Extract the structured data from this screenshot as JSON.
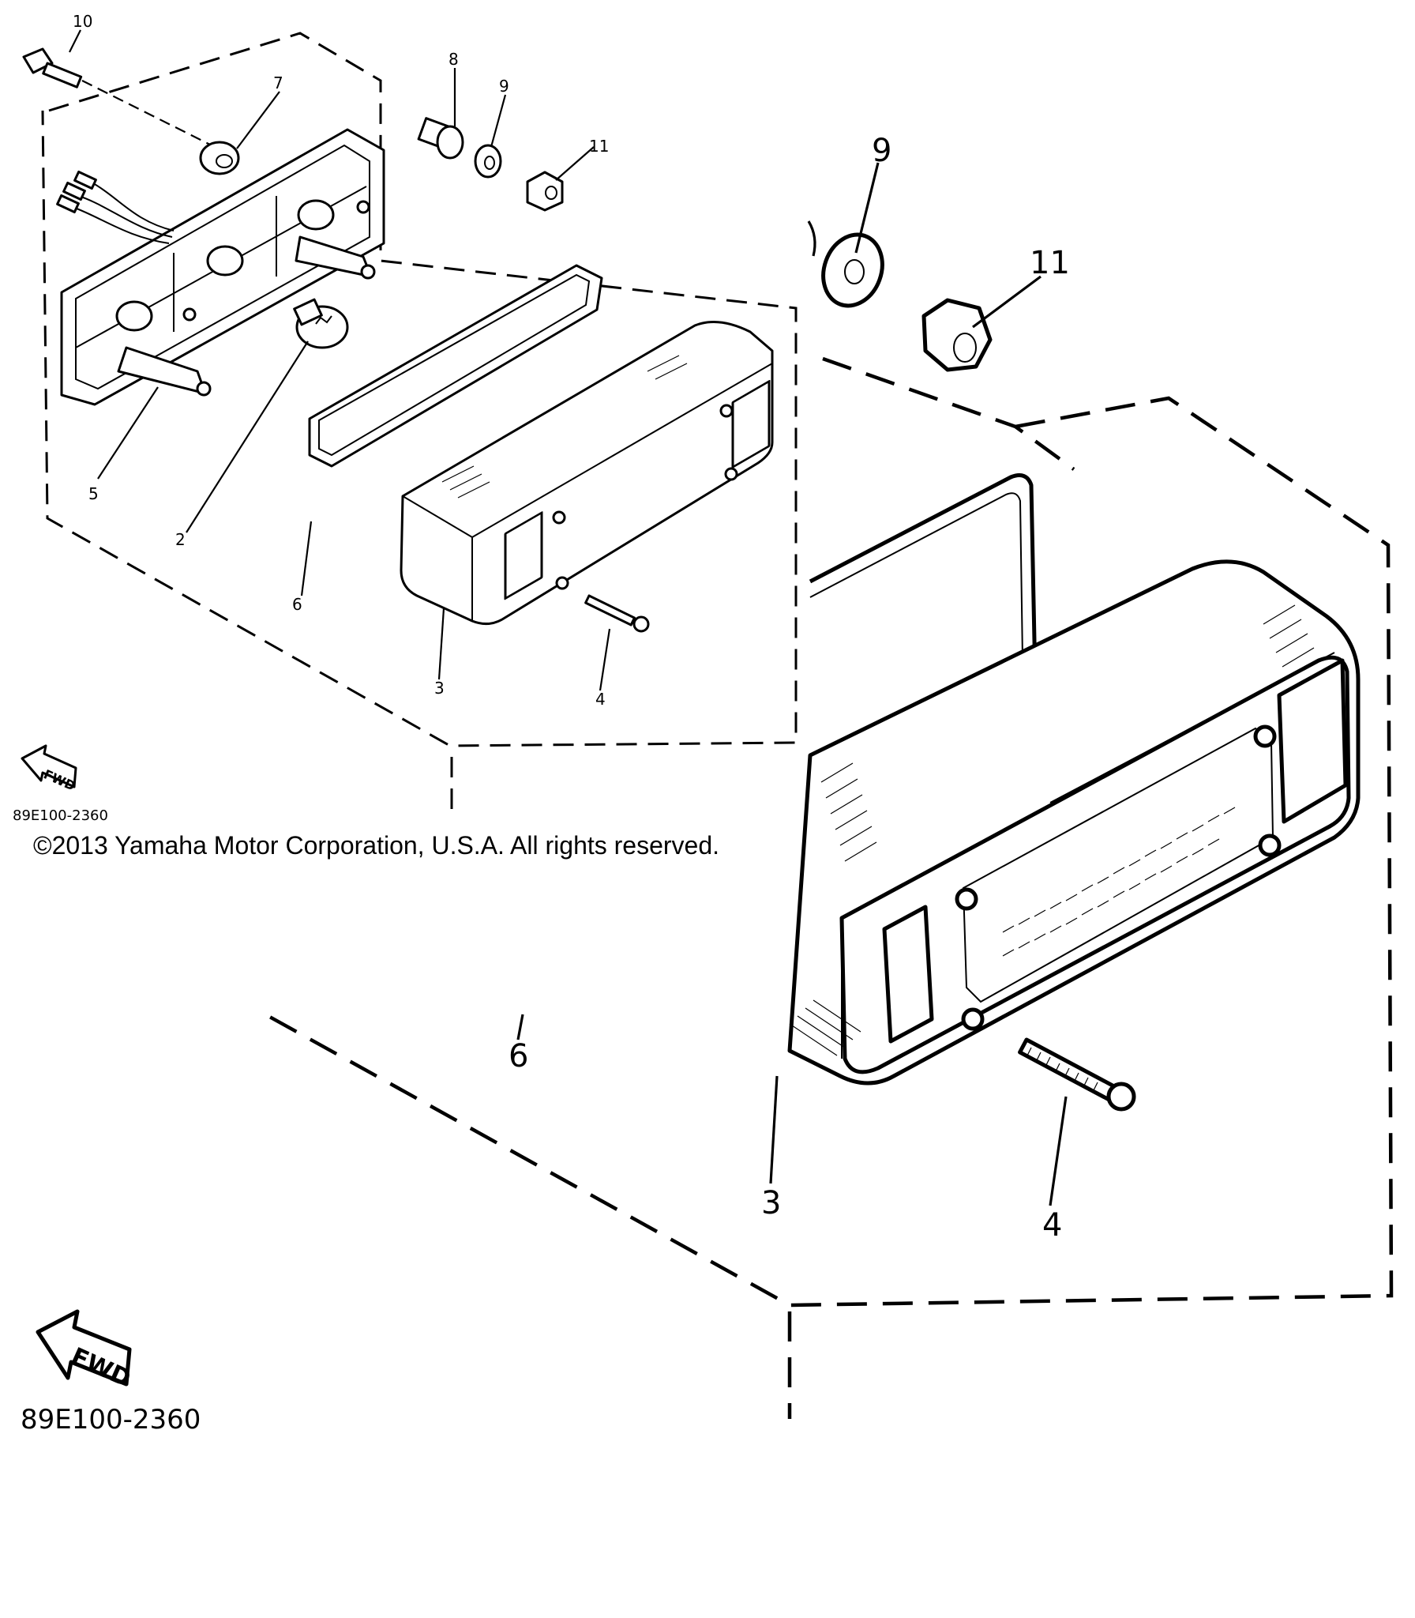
{
  "copyright": "©2013 Yamaha Motor Corporation, U.S.A. All rights reserved.",
  "diagram_code_small": "89E100-2360",
  "diagram_code_large": "89E100-2360",
  "fwd_label": "FWD",
  "callouts_small": {
    "p2": "2",
    "p3": "3",
    "p4": "4",
    "p5": "5",
    "p6": "6",
    "p7": "7",
    "p8": "8",
    "p9": "9",
    "p10": "10",
    "p11": "11"
  },
  "callouts_large": {
    "p3": "3",
    "p4": "4",
    "p6": "6",
    "p9": "9",
    "p11": "11"
  }
}
